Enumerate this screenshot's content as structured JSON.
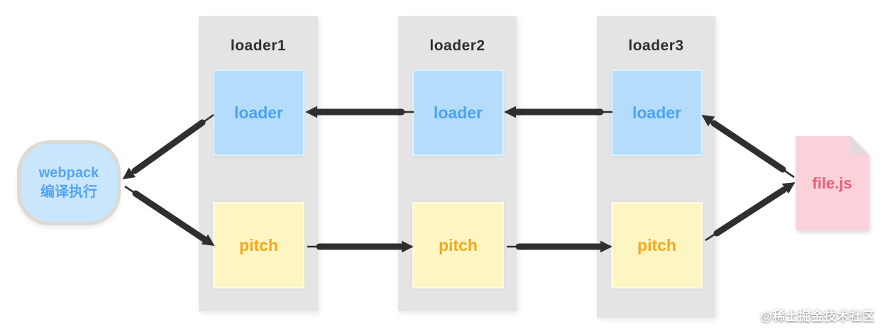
{
  "diagram": {
    "webpack_node": {
      "line1": "webpack",
      "line2": "编译执行"
    },
    "columns": [
      {
        "title": "loader1",
        "loader_label": "loader",
        "pitch_label": "pitch"
      },
      {
        "title": "loader2",
        "loader_label": "loader",
        "pitch_label": "pitch"
      },
      {
        "title": "loader3",
        "loader_label": "loader",
        "pitch_label": "pitch"
      }
    ],
    "file_node": {
      "label": "file.js"
    },
    "watermark": "@稀土掘金技术社区",
    "flow": {
      "pitch_phase": [
        "webpack 编译执行",
        "pitch1",
        "pitch2",
        "pitch3",
        "file.js"
      ],
      "normal_phase": [
        "file.js",
        "loader3",
        "loader2",
        "loader1",
        "webpack 编译执行"
      ]
    }
  },
  "colors": {
    "canvas_bg": "#ffffff",
    "column_bg": "#e4e4e4",
    "loader_box_bg": "#b5ddfb",
    "loader_text": "#4aa3f2",
    "pitch_box_bg": "#fdf6c3",
    "pitch_text": "#f3a81e",
    "webpack_bg": "#c9e6fd",
    "webpack_border": "#dddad3",
    "webpack_text": "#55a5f3",
    "file_bg": "#fbd2da",
    "file_text": "#e65f75",
    "arrow": "#2f2f2f",
    "title_text": "#2f2f2f"
  }
}
